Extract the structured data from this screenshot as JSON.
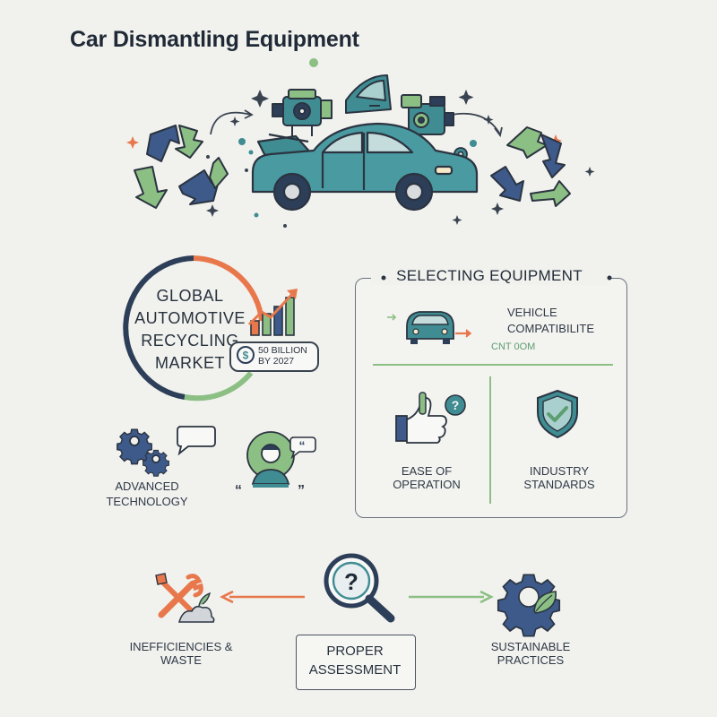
{
  "title": "Car Dismantling Equipment",
  "market": {
    "title_lines": [
      "Global",
      "Automotive",
      "Recycling",
      "Market"
    ],
    "badge_lines": [
      "50 Billion",
      "by 2027"
    ]
  },
  "advanced_technology": [
    "Advanced",
    "Technology"
  ],
  "selecting": {
    "title": "Selecting Equipment",
    "vehicle_lines": [
      "Vehicle",
      "Compatibilite"
    ],
    "vehicle_sub": "CNT 0OM",
    "ease": "Ease of Operation",
    "standards": "Industry Standards"
  },
  "flow": {
    "left": "Inefficiencies & Waste",
    "center_lines": [
      "Proper",
      "Assessment"
    ],
    "right": "Sustainable Practices"
  },
  "colors": {
    "navy": "#2c3e58",
    "teal": "#3f8c93",
    "orange": "#e8784b",
    "green": "#8cbf84",
    "dark": "#2b3440"
  }
}
